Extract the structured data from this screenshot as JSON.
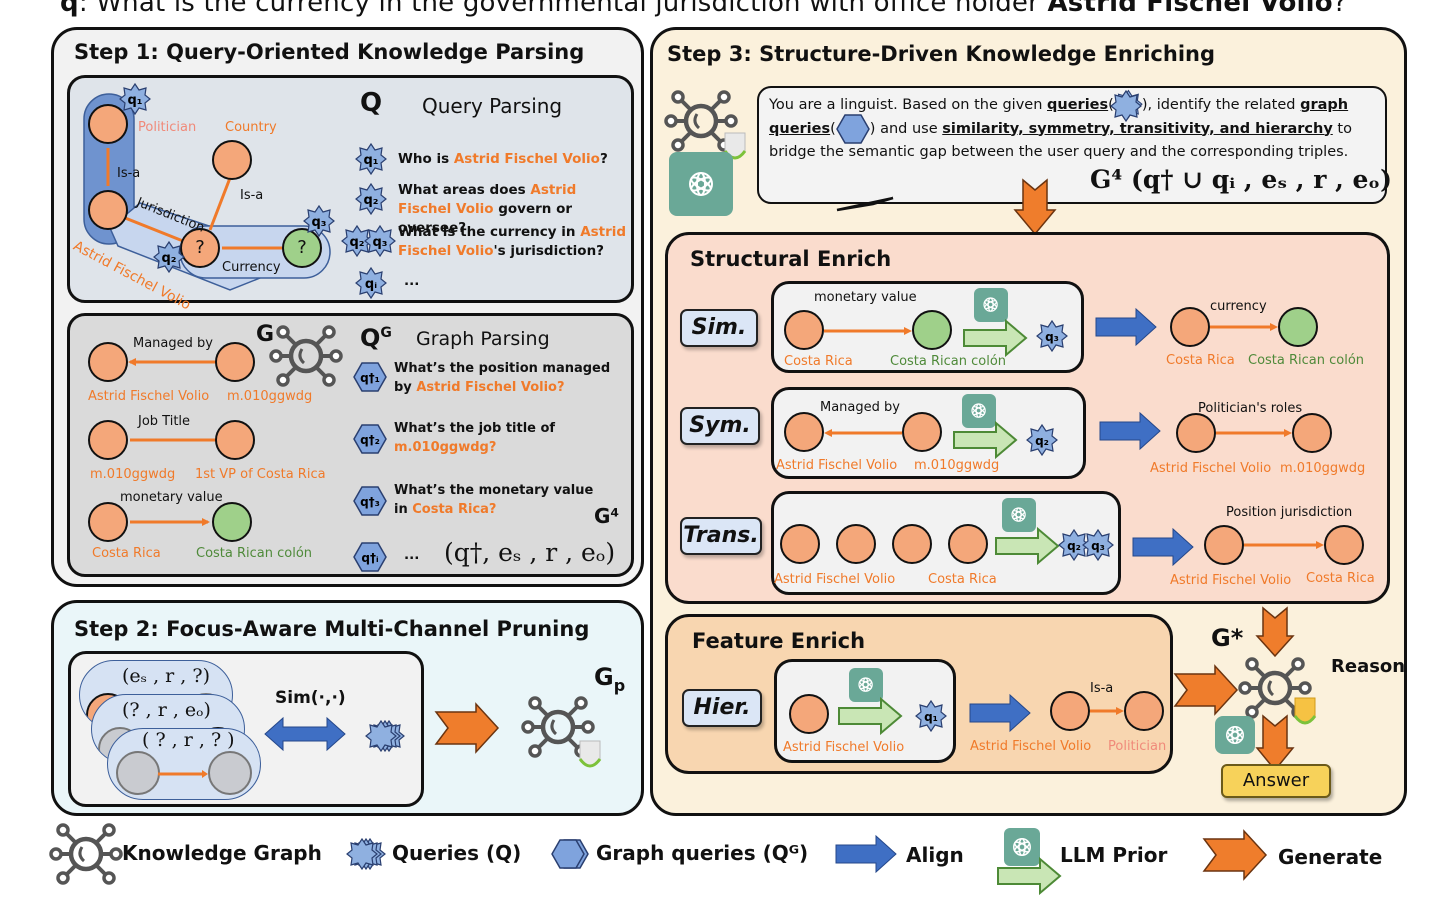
{
  "question": {
    "prefix": "q",
    "text": ": What is the currency in the governmental jurisdiction with office holder ",
    "entity": "Astrid Fischel Volio",
    "suffix": "?"
  },
  "step1": {
    "title": "Step 1: Query-Oriented Knowledge Parsing",
    "query_parsing": {
      "symbol": "Q",
      "heading": "Query Parsing",
      "graph_labels": {
        "politician": "Politician",
        "country": "Country",
        "is_a_1": "Is-a",
        "is_a_2": "Is-a",
        "jurisdiction": "Jurisdiction",
        "currency": "Currency",
        "entity": "Astrid Fischel Volio",
        "unknown": "?",
        "q1": "q1",
        "q2": "q2",
        "q3": "q3"
      },
      "queries": [
        {
          "badge": "q1",
          "parts": [
            "Who is ",
            "Astrid Fischel Volio",
            "?"
          ]
        },
        {
          "badge": "q2",
          "parts": [
            "What areas does ",
            "Astrid Fischel Volio",
            " govern or oversee?"
          ]
        },
        {
          "badge": "q2 q3",
          "parts": [
            "What is the currency in ",
            "Astrid Fischel Volio",
            "'s jurisdiction?"
          ]
        },
        {
          "badge": "qi",
          "parts": [
            "..."
          ]
        }
      ]
    },
    "graph_parsing": {
      "symbol": "Q",
      "symbol_sup": "G",
      "graph_symbol": "G",
      "heading": "Graph Parsing",
      "triples": [
        {
          "relation": "Managed by",
          "head": "Astrid Fischel Volio",
          "tail": "m.010ggwdg"
        },
        {
          "relation": "Job Title",
          "head": "m.010ggwdg",
          "tail": "1st VP of Costa Rica"
        },
        {
          "relation": "monetary value",
          "head": "Costa Rica",
          "tail": "Costa Rican colón"
        }
      ],
      "queries": [
        {
          "badge": "q†1",
          "line1": "What’s the position managed",
          "line2_plain": "by ",
          "line2_entity": "Astrid Fischel Volio?"
        },
        {
          "badge": "q†2",
          "line1": "What’s the job title of",
          "line2_plain": "",
          "line2_entity": "m.010ggwdg?"
        },
        {
          "badge": "q†3",
          "line1": "What’s the monetary value",
          "line2_plain": "in ",
          "line2_entity": "Costa Rica?"
        },
        {
          "badge": "q†i",
          "line1": "...",
          "line2_plain": "",
          "line2_entity": ""
        }
      ],
      "g4_label": "G⁴",
      "tuple": "(q†, eₛ , r , eₒ)"
    }
  },
  "step2": {
    "title": "Step 2: Focus-Aware Multi-Channel Pruning",
    "patterns": [
      "(eₛ , r , ?)",
      "(? , r , eₒ)",
      "( ? , r , ? )"
    ],
    "sim_label": "Sim(·,·)",
    "output_label": "G",
    "output_sub": "p"
  },
  "step3": {
    "title": "Step 3: Structure-Driven Knowledge Enriching",
    "prompt": {
      "p1": "You are a linguist. Based on the given ",
      "queries": "queries",
      "p2": ", identify the related ",
      "graph_queries": "graph queries",
      "p3": " and use ",
      "relations": "similarity, symmetry, transitivity, and hierarchy",
      "p4": " to bridge the semantic gap between the user query and the corresponding triples.",
      "formula": "G⁴ (q† ∪ qᵢ , eₛ , r , eₒ)"
    },
    "structural": {
      "title": "Structural Enrich",
      "rows": [
        {
          "tag": "Sim.",
          "in_relation": "monetary value",
          "in_head": "Costa Rica",
          "in_tail": "Costa Rican colón",
          "badge": "q3",
          "out_relation": "currency",
          "out_head": "Costa Rica",
          "out_tail": "Costa Rican colón"
        },
        {
          "tag": "Sym.",
          "in_relation": "Managed by",
          "in_head": "Astrid Fischel Volio",
          "in_tail": "m.010ggwdg",
          "badge": "q2",
          "out_relation": "Politician's roles",
          "out_head": "Astrid Fischel Volio",
          "out_tail": "m.010ggwdg"
        },
        {
          "tag": "Trans.",
          "in_relation": "",
          "in_head": "Astrid Fischel Volio",
          "in_tail": "Costa Rica",
          "badge": "q2 q3",
          "out_relation": "Position jurisdiction",
          "out_head": "Astrid Fischel Volio",
          "out_tail": "Costa Rica"
        }
      ]
    },
    "feature": {
      "title": "Feature Enrich",
      "tag": "Hier.",
      "in_head": "Astrid Fischel Volio",
      "badge": "q1",
      "out_relation": "Is-a",
      "out_head": "Astrid Fischel Volio",
      "out_tail": "Politician"
    },
    "reason": {
      "gstar": "G*",
      "label": "Reason",
      "answer": "Answer"
    }
  },
  "legend": [
    {
      "icon": "knowledge-graph-icon",
      "label": "Knowledge Graph"
    },
    {
      "icon": "queries-icon",
      "label": "Queries (Q)"
    },
    {
      "icon": "graph-queries-icon",
      "label": "Graph queries (Qᴳ)"
    },
    {
      "icon": "align-arrow-icon",
      "label": "Align"
    },
    {
      "icon": "llm-prior-icon",
      "label": "LLM Prior"
    },
    {
      "icon": "generate-arrow-icon",
      "label": "Generate"
    }
  ],
  "colors": {
    "step1_bg": "#f2f2f2",
    "query_parsing_bg": "#dfe4ea",
    "graph_parsing_bg": "#dadada",
    "step2_bg": "#eaf6f9",
    "step3_bg": "#fbf1dc",
    "structural_bg": "#fadccd",
    "feature_bg": "#f8d6b0",
    "entity_orange": "#f07a2a",
    "entity_green": "#4f8a3a",
    "node_orange": "#f4a77a",
    "node_green": "#9fd08a",
    "align_blue": "#3f6fc4",
    "generate_orange": "#ef7d2c",
    "llm_green": "#6aa897"
  }
}
